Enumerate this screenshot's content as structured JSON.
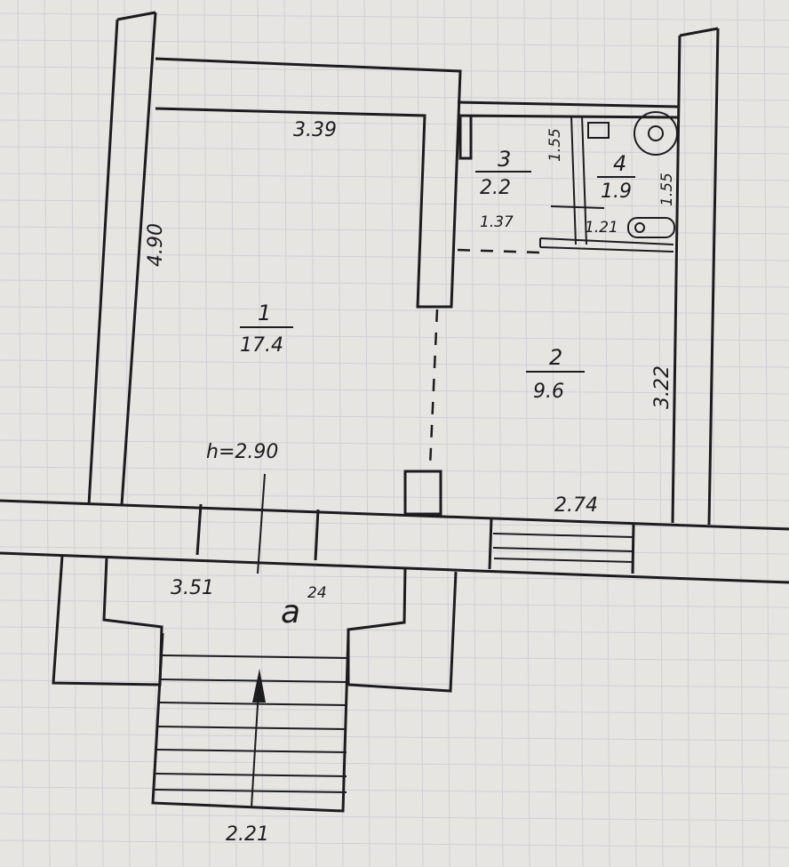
{
  "plan": {
    "ceiling_height": "h=2.90",
    "section_label": "a",
    "section_superscript": "24",
    "rooms": [
      {
        "id": "room-1",
        "number": "1",
        "area": "17.4"
      },
      {
        "id": "room-2",
        "number": "2",
        "area": "9.6"
      },
      {
        "id": "room-3",
        "number": "3",
        "area": "2.2"
      },
      {
        "id": "room-4",
        "number": "4",
        "area": "1.9"
      }
    ],
    "dimensions": {
      "top_wall": "3.39",
      "left_wall": "4.90",
      "room3_height": "1.55",
      "room3_width": "1.37",
      "room4_height": "1.55",
      "room4_width": "1.21",
      "room2_right": "3.22",
      "room2_bottom": "2.74",
      "porch_width": "3.51",
      "stairs_width": "2.21"
    }
  }
}
